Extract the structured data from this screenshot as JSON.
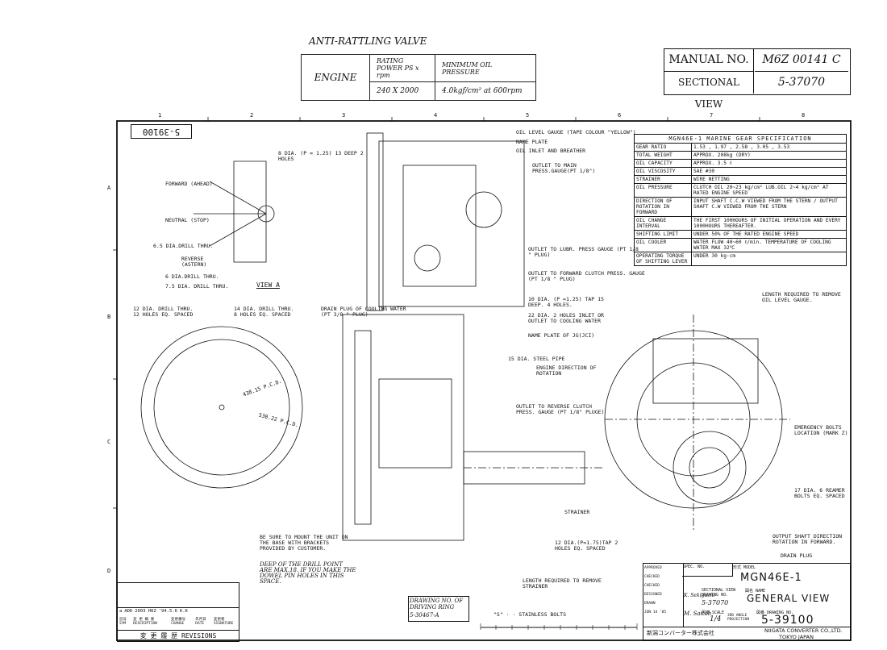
{
  "header": {
    "valve_title": "ANTI-RATTLING VALVE",
    "col1": "ENGINE",
    "col2": "RATING POWER PS x rpm",
    "col3": "MINIMUM OIL PRESSURE",
    "row_rating": "240 X 2000",
    "row_pressure": "4.0kgf/cm² at 600rpm",
    "manual_label": "MANUAL NO.",
    "manual_value": "M6Z 00141 C",
    "section_label": "SECTIONAL VIEW",
    "section_value": "5-37070"
  },
  "grid": {
    "cols": [
      "1",
      "2",
      "3",
      "4",
      "5",
      "6",
      "7",
      "8"
    ],
    "rows": [
      "A",
      "B",
      "C",
      "D"
    ]
  },
  "drawing_no_mirror": "5-39100",
  "spec_table": {
    "title": "MGN46E-1 MARINE GEAR SPECIFICATION",
    "rows": [
      {
        "k": "GEAR RATIO",
        "v": "1.53 , 1.97 , 2.58 , 3.05 , 3.53"
      },
      {
        "k": "TOTAL WEIGHT",
        "v": "APPROX. 208kg (DRY)"
      },
      {
        "k": "OIL CAPACITY",
        "v": "APPROX. 3.5 ℓ"
      },
      {
        "k": "OIL VISCOSITY",
        "v": "SAE #30"
      },
      {
        "k": "STRAINER",
        "v": "WIRE NETTING"
      },
      {
        "k": "OIL PRESSURE",
        "v": "CLUTCH OIL 20~23 kg/cm²  LUB.OIL 2~4 kg/cm²  AT RATED ENGINE SPEED"
      },
      {
        "k": "DIRECTION OF ROTATION IN FORWARD",
        "v": "INPUT SHAFT C.C.W VIEWED FROM THE STERN / OUTPUT SHAFT C.W VIEWED FROM THE STERN"
      },
      {
        "k": "OIL CHANGE INTERVAL",
        "v": "THE FIRST 100HOURS OF INITIAL OPERATION AND EVERY 1000HOURS THEREAFTER."
      },
      {
        "k": "SHIFTING LIMIT",
        "v": "UNDER 50% OF THE RATED ENGINE SPEED"
      },
      {
        "k": "OIL COOLER",
        "v": "WATER FLOW 40~60 ℓ/min.  TEMPERATURE OF COOLING WATER MAX 32℃"
      },
      {
        "k": "OPERATING TORQUE OF SHIFTING LEVER",
        "v": "UNDER 30 kg·cm"
      }
    ]
  },
  "labels": {
    "view_a": "VIEW A",
    "forward": "FORWARD (AHEAD)",
    "neutral": "NEUTRAL (STOP)",
    "reverse": "REVERSE (ASTERN)",
    "drill1": "6.5 DIA.DRILL THRU.",
    "drill2": "6 DIA.DRILL THRU.",
    "drill3": "7.5 DIA. DRILL THRU.",
    "dia8": "8 DIA. (P = 1.25) 13 DEEP 2 HOLES",
    "holes12": "12 DIA. DRILL THRU. 12 HOLES EQ. SPACED",
    "holes14": "14 DIA. DRILL THRU. 8 HOLES EQ. SPACED",
    "pcd1": "438.15 P.C.D.",
    "pcd2": "530.22 P.C.D.",
    "oil_level": "OIL LEVEL GAUGE (TAPE COLOUR \"YELLOW\")",
    "name_plate": "NAME PLATE",
    "oil_inlet": "OIL INLET AND BREATHER",
    "outlet_main": "OUTLET TO MAIN PRESS.GAUGE(PT 1/8\")",
    "outlet_lubr": "OUTLET TO LUBR. PRESS GAUGE (PT 1/8 \" PLUG)",
    "outlet_fwd": "OUTLET TO FORWARD CLUTCH PRESS. GAUGE (PT 1/8 \" PLUG)",
    "tap10": "10 DIA. (P =1.25) TAP 15 DEEP. 4 HOLES.",
    "holes22": "22 DIA. 2 HOLES INLET OR OUTLET TO COOLING WATER",
    "name_jg": "NAME PLATE OF JG(JCI)",
    "drain_plug_cool": "DRAIN PLUG OF COOLING WATER (PT 3/8 \" PLUG)",
    "steel_pipe": "15 DIA. STEEL PIPE",
    "engine_dir": "ENGINE DIRECTION OF ROTATION",
    "outlet_rev": "OUTLET TO REVERSE CLUTCH PRESS. GAUGE (PT 1/8\" PLUGE)",
    "mount_note": "BE SURE TO MOUNT THE UNIT ON THE BASE WITH BRACKETS PROVIDED BY CUSTOMER.",
    "dowel_note": "DEEP OF THE DRILL POINT ARE MAX.18. IF YOU MAKE THE DOWEL PIN HOLES IN THIS SPACE.",
    "length_strainer": "LENGTH REQUIRED TO REMOVE STRAINER",
    "stainless": "\"S\" · · STAINLESS BOLTS",
    "length_gauge": "LENGTH REQUIRED TO REMOVE OIL LEVEL GAUGE.",
    "emergency": "EMERGENCY BOLTS LOCATION (MARK Z)",
    "reamer": "17 DIA. 6 REAMER BOLTS EQ. SPACED",
    "strainer": "STRAINER",
    "tap12": "12 DIA.(P=1.75)TAP 2 HOLES EQ. SPACED",
    "output_dir": "OUTPUT SHAFT DIRECTION ROTATION IN FORWARD.",
    "drain_plug": "DRAIN PLUG",
    "drawing_ring": "DRAWING NO. OF DRIVING RING",
    "drawing_ring_no": "5-30467-A"
  },
  "title_block": {
    "spec_no": "SPEC. NO.",
    "model_label": "形式 MODEL",
    "model": "MGN46E-1",
    "sectional": "SECTIONAL VIEW DRAWING NO.",
    "sectional_no": "5-37070",
    "name_label": "図名 NAME",
    "name": "GENERAL VIEW",
    "scale_label": "尺度 SCALE",
    "scale": "1/4",
    "projection": "3RD ANGLE PROJECTION",
    "drawing_no_label": "図番 DRAWING NO.",
    "drawing_no": "5-39100",
    "date": "JUN 14 '85",
    "company_jp": "新潟コンバーター株式会社",
    "company": "NIIGATA CONVERTER CO.,LTD.",
    "city": "TOKYO JAPAN",
    "approved": "APPROVED",
    "checked": "CHECKED",
    "designed": "DESIGNED",
    "drawn": "DRAWN",
    "drawn_by": "M. Saitoh",
    "designed_by": "K. Sekiguchi"
  },
  "revisions": {
    "title": "変 更 履 歴 REVISIONS",
    "cols": [
      "記号 SYM",
      "変 更 概 要 DESCRIPTION",
      "変更番号 CHANGE",
      "年月日 DATE",
      "変更者 SIGNATURE"
    ],
    "row": [
      "a",
      "ADD",
      "2003 H6Z",
      "'94.5.6",
      "K.K"
    ]
  }
}
